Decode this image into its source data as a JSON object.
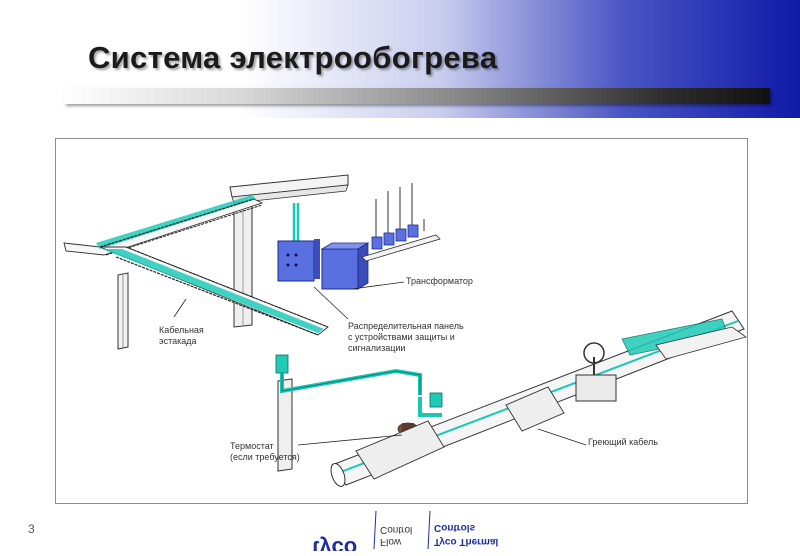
{
  "slide": {
    "title": "Система электрообогрева",
    "page_number": "3"
  },
  "diagram": {
    "labels": {
      "transformer": "Трансформатор",
      "cable_rack": "Кабельная\nэстакада",
      "distribution_panel": "Распределительная панель\nс устройствами защиты и\nсигнализации",
      "thermostat": "Термостат\n(если требуется)",
      "heating_cable": "Греющий кабель"
    }
  },
  "logo": {
    "brand": "tyco",
    "line1": "Flow",
    "line2": "Control",
    "line3": "Tyco Thermal",
    "line4": "Controls"
  },
  "colors": {
    "cable": "#19c7b5",
    "panel": "#5a6fe0",
    "title_gradient_end": "#0f1aa8"
  }
}
